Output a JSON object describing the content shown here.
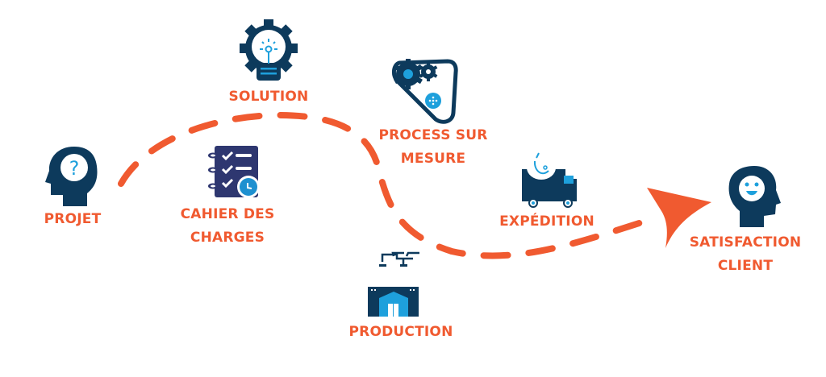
{
  "colors": {
    "accent": "#f05a30",
    "navy": "#0d3a5c",
    "blue": "#1ea0dc",
    "checklist": "#2e3770"
  },
  "steps": [
    {
      "label": "PROJET",
      "icon": "head-question-icon"
    },
    {
      "label": "SOLUTION",
      "icon": "gear-lightbulb-icon"
    },
    {
      "label_line1": "CAHIER DES",
      "label_line2": "CHARGES",
      "icon": "checklist-clock-icon"
    },
    {
      "label_line1": "PROCESS SUR",
      "label_line2": "MESURE",
      "icon": "gears-belt-icon"
    },
    {
      "label": "PRODUCTION",
      "icon": "factory-icon"
    },
    {
      "label": "EXPÉDITION",
      "icon": "delivery-truck-icon"
    },
    {
      "label_line1": "SATISFACTION",
      "label_line2": "CLIENT",
      "icon": "head-smile-icon"
    }
  ]
}
